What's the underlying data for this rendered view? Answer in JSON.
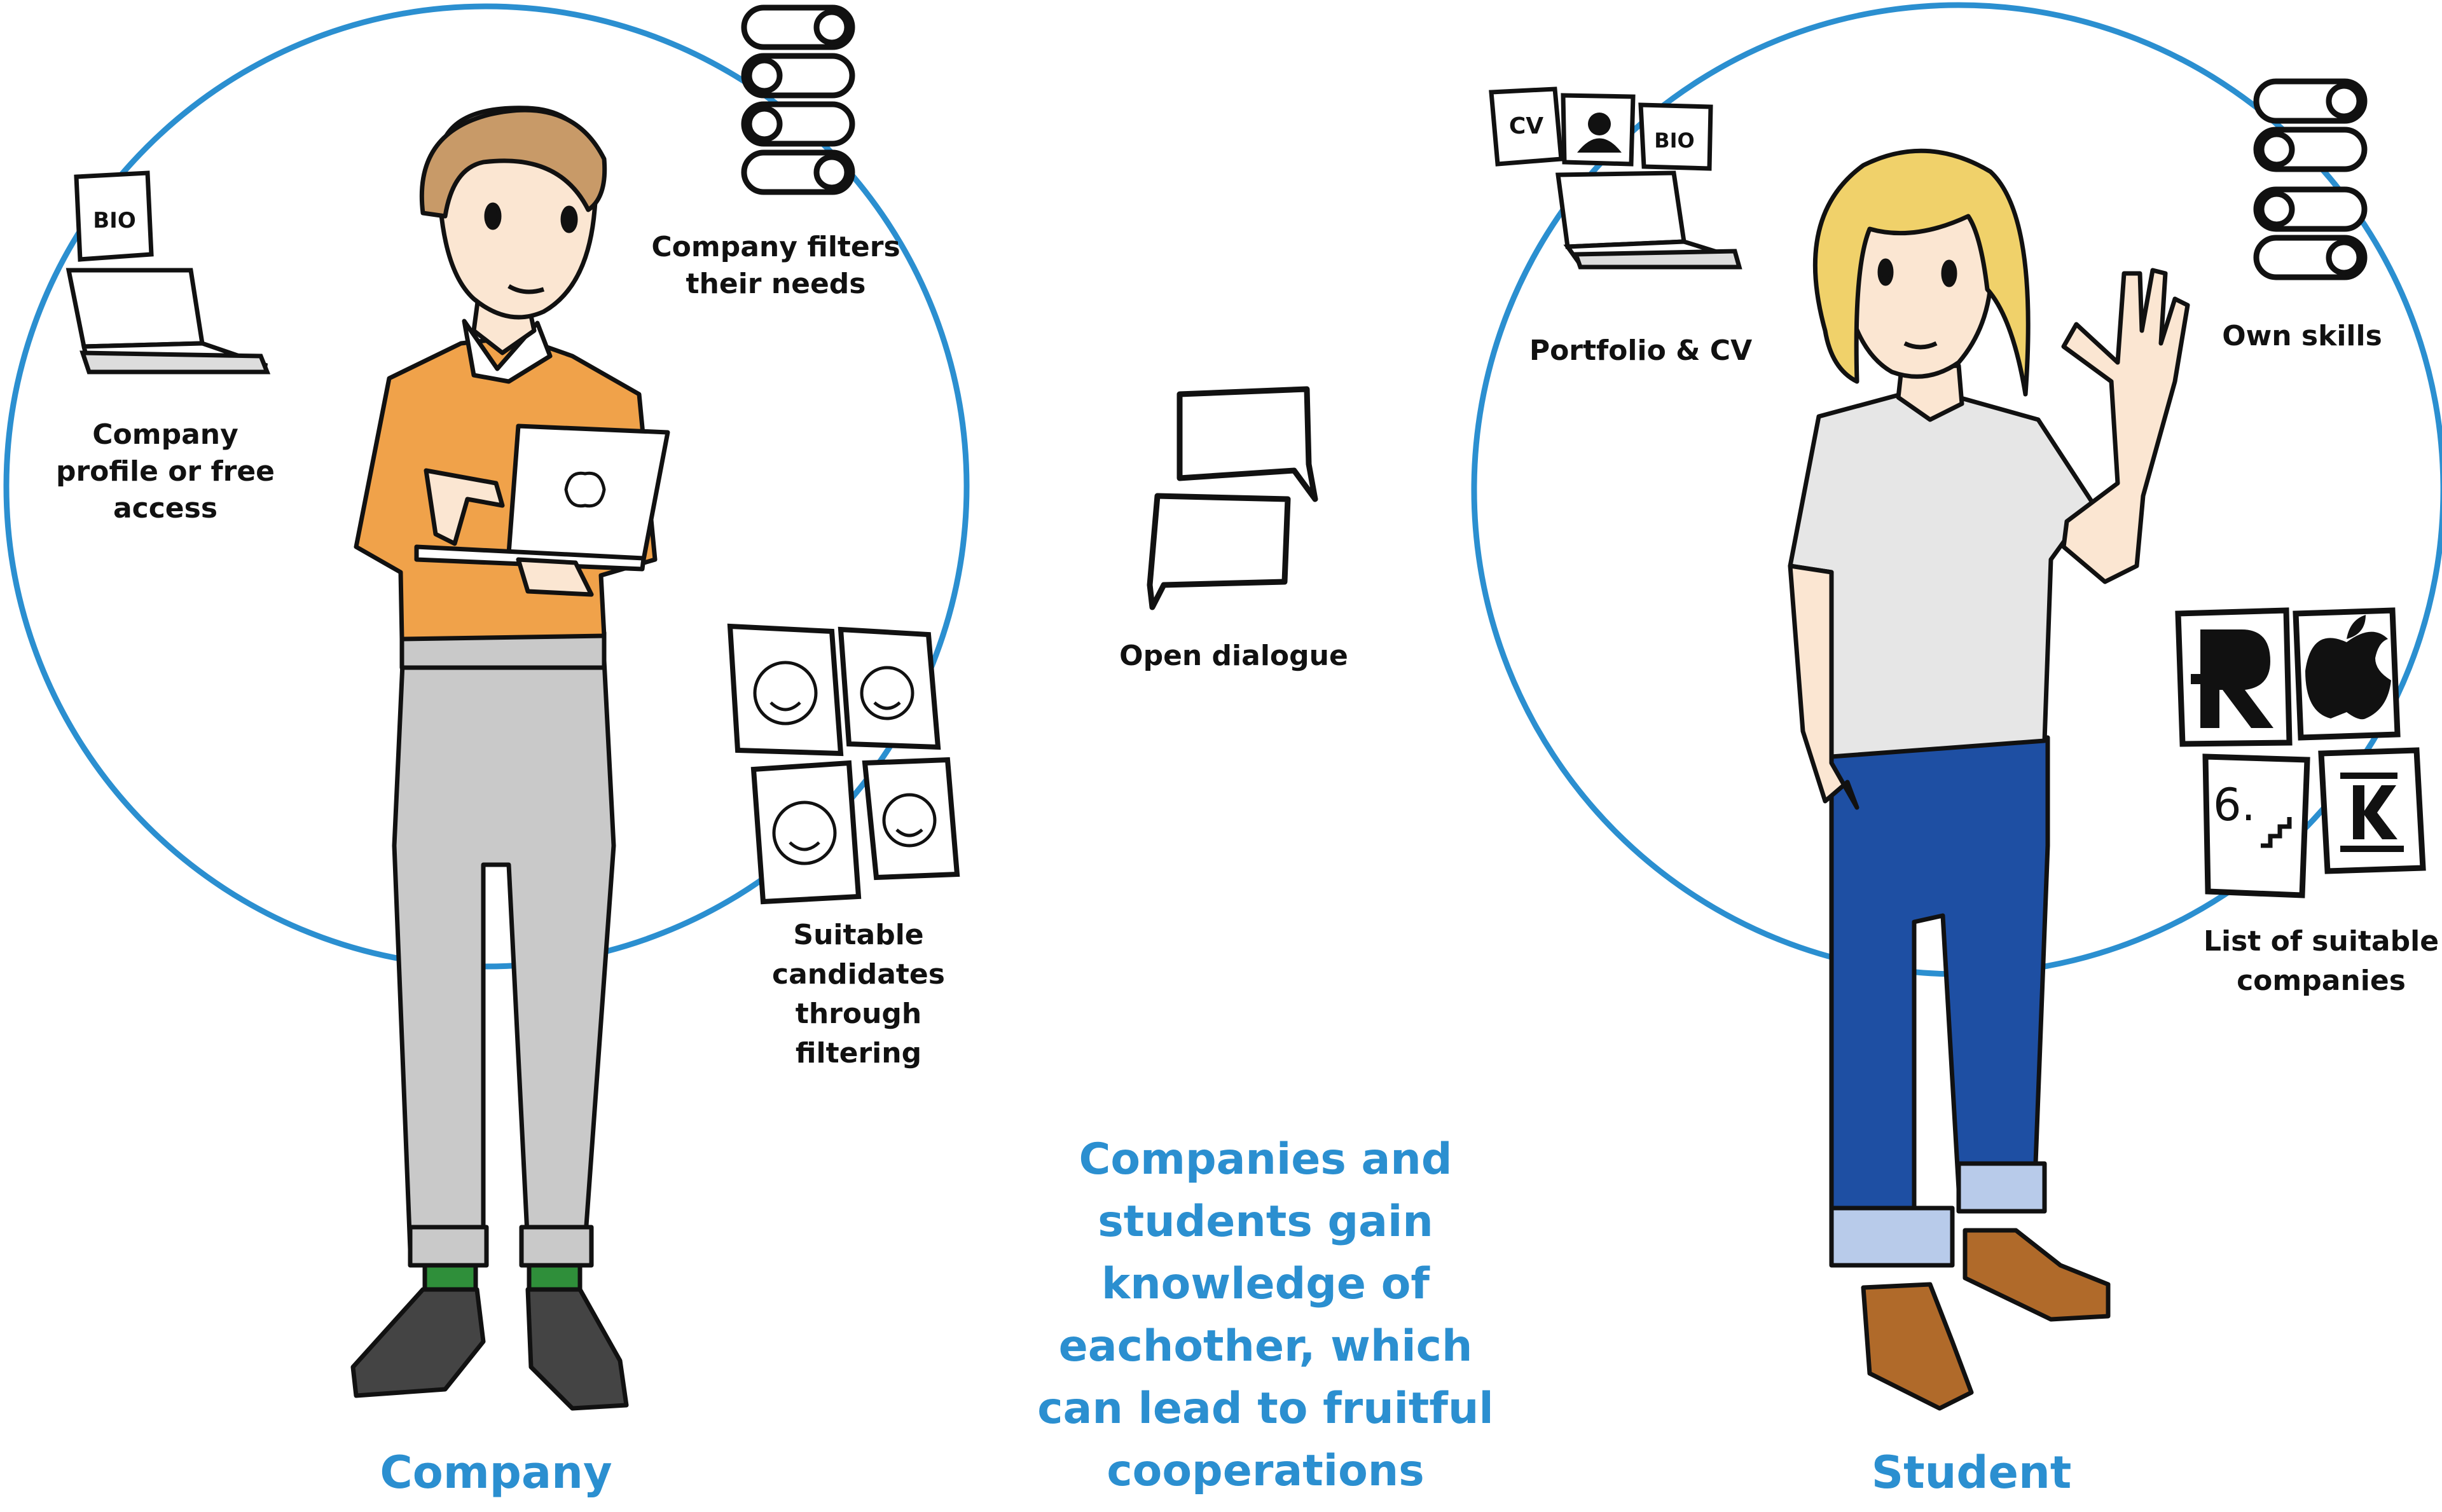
{
  "company": {
    "title": "Company",
    "labels": {
      "profile": [
        "Company",
        "profile or free",
        "access"
      ],
      "filters": [
        "Company filters",
        "their needs"
      ],
      "candidates": [
        "Suitable",
        "candidates",
        "through",
        "filtering"
      ]
    },
    "icons": {
      "bio_card": "BIO"
    }
  },
  "student": {
    "title": "Student",
    "labels": {
      "portfolio": [
        "Portfolio & CV"
      ],
      "skills": [
        "Own skills"
      ],
      "companies": [
        "List of suitable",
        "companies"
      ]
    },
    "icons": {
      "cv_card": "CV",
      "bio_card": "BIO",
      "logo_six": "6."
    }
  },
  "middle": {
    "dialogue_label": "Open dialogue",
    "summary": [
      "Companies and",
      "students gain",
      "knowledge of",
      "eachother, which",
      "can lead to fruitful",
      "cooperations"
    ]
  },
  "colors": {
    "accent": "#2b8fd0",
    "outline": "#111111",
    "sweater": "#f0a24a",
    "trousers": "#c9c9c9",
    "jeans": "#1e4fa3",
    "tshirt": "#e6e6e6",
    "hair_blond": "#f0d16a",
    "hair_brown": "#c89a68",
    "skin": "#fbe6d2",
    "shoe_brown": "#b06a2a",
    "shoe_black": "#444444",
    "sock_green": "#2f8f3a"
  }
}
